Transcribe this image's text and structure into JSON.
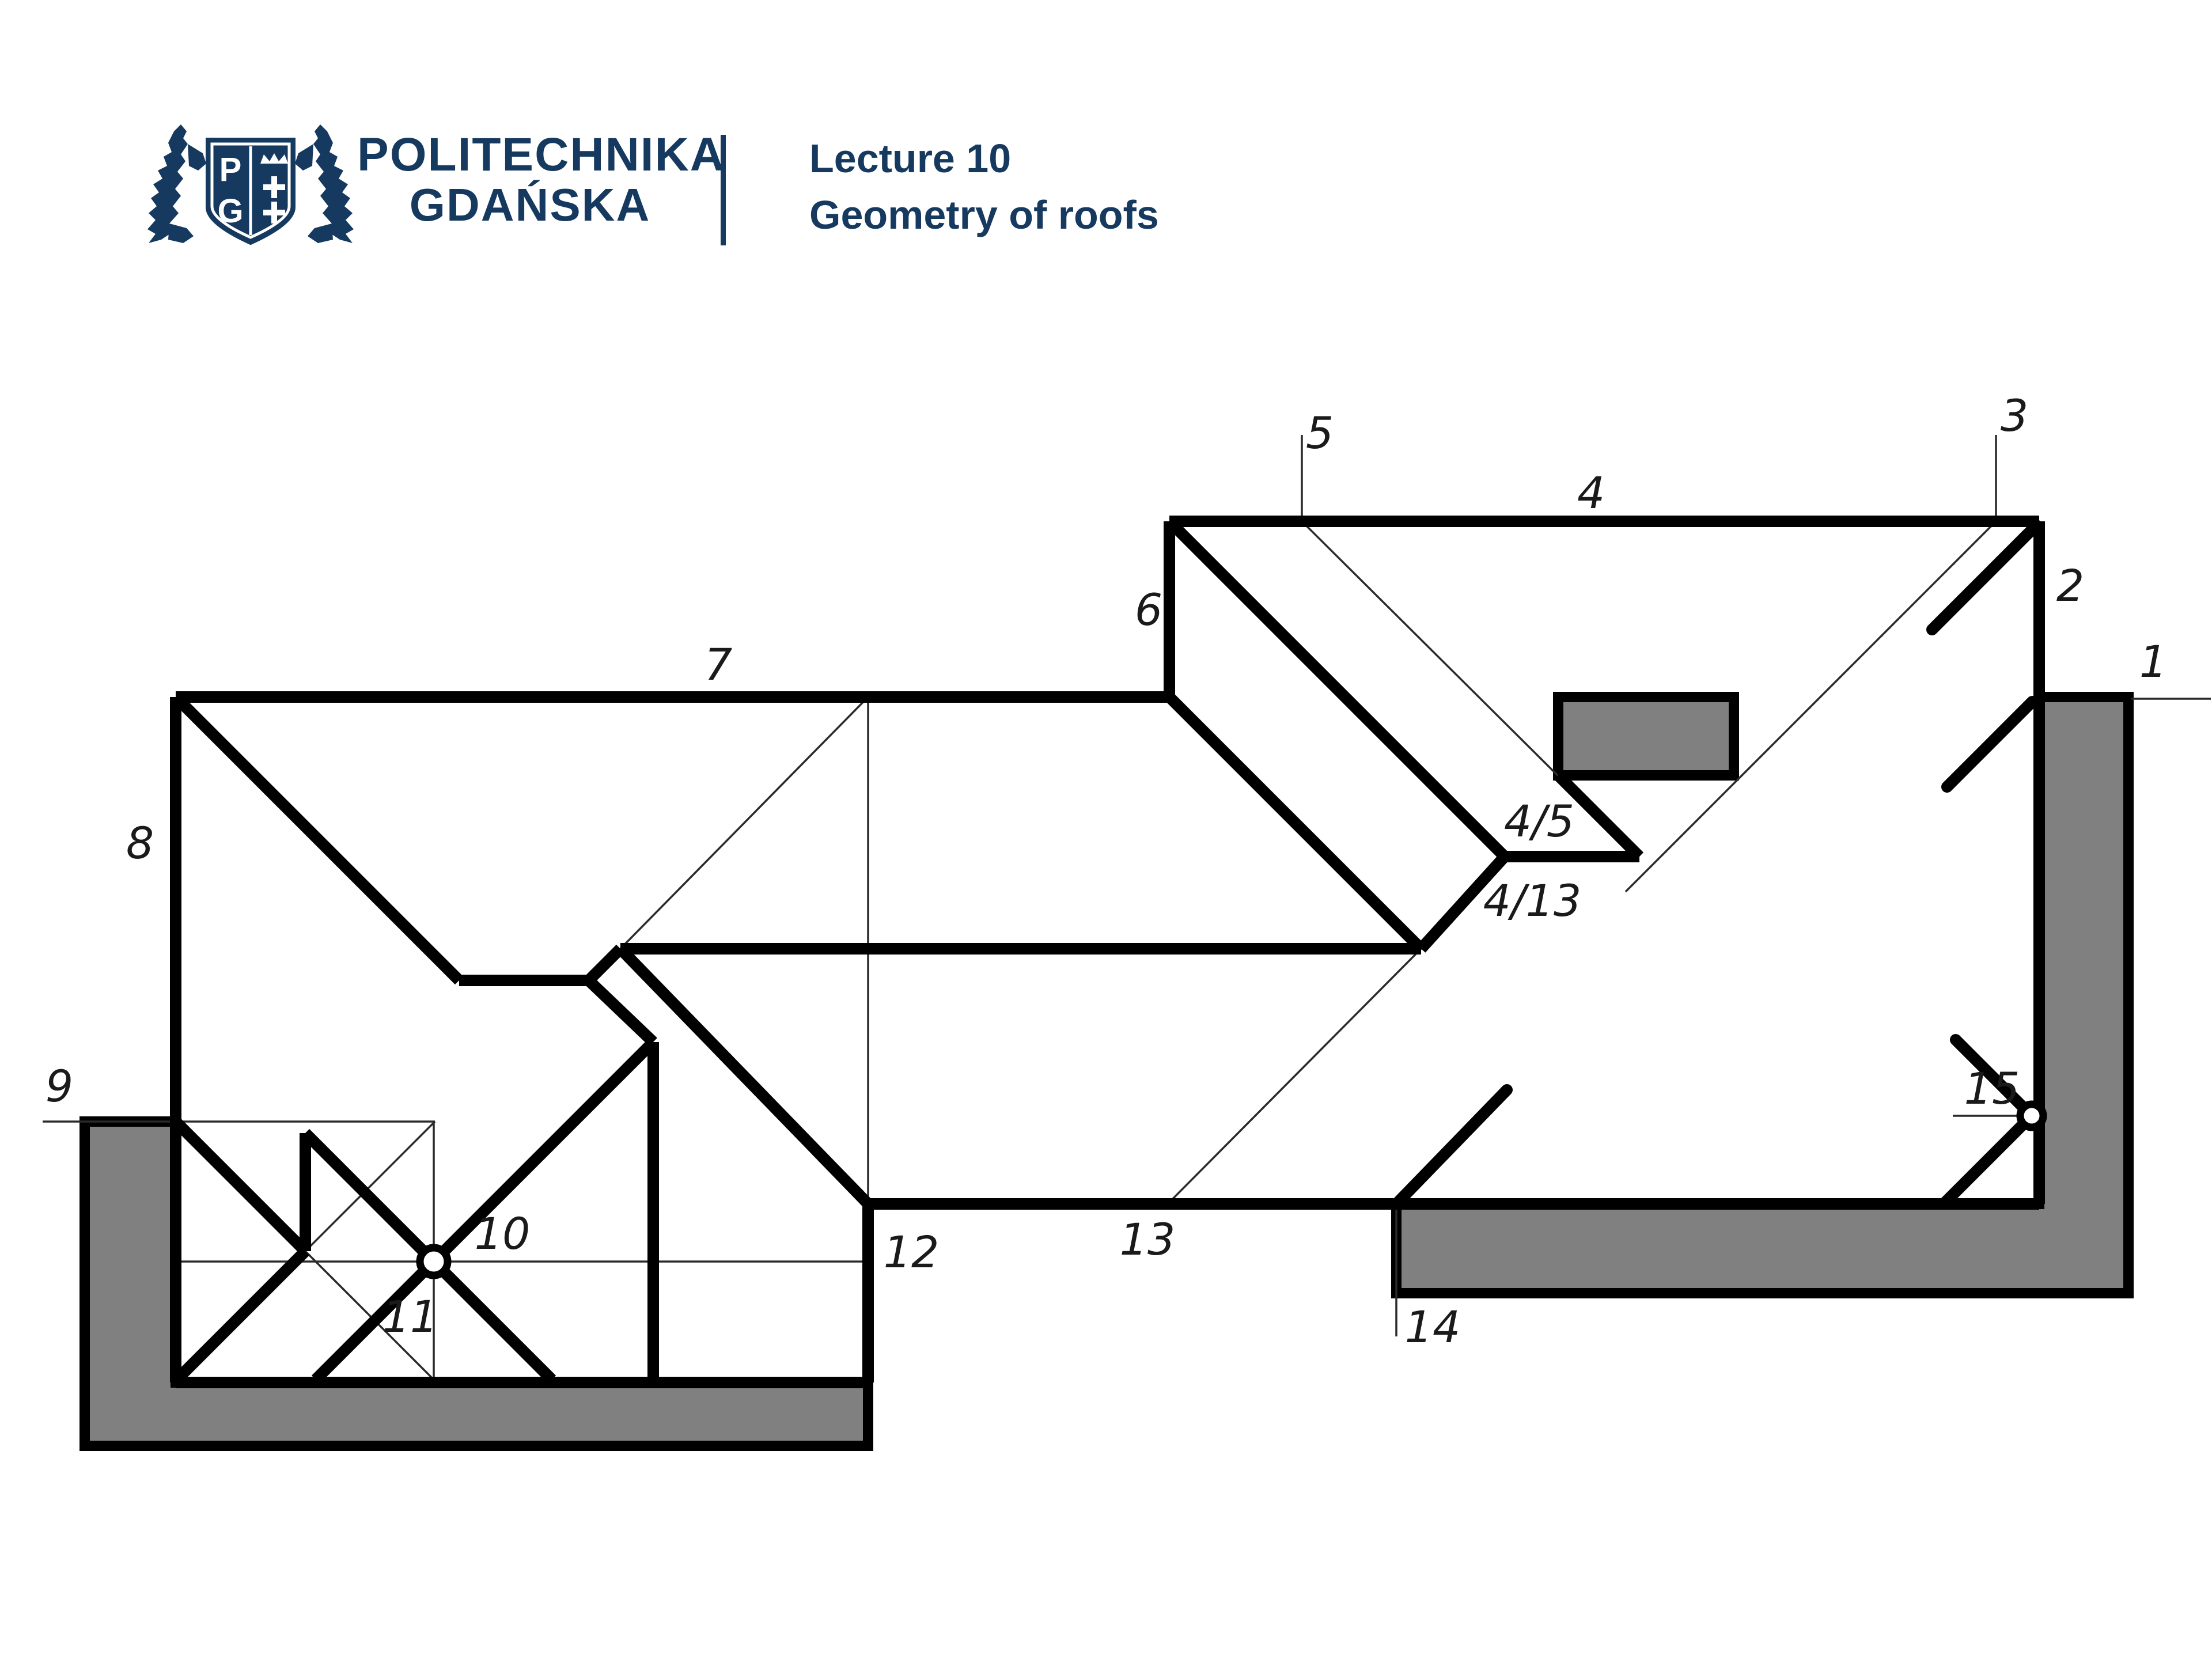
{
  "header": {
    "university_line1": "POLITECHNIKA",
    "university_line2": "GDAŃSKA",
    "crest_letter_p": "P",
    "crest_letter_g": "G",
    "lecture_title": "Lecture 10",
    "lecture_subtitle": "Geometry of roofs",
    "brand_color": "#16395f"
  },
  "diagram": {
    "colors": {
      "line": "#000000",
      "terrace_fill": "#808080",
      "background": "#ffffff"
    },
    "labels": {
      "n1": "1",
      "n2": "2",
      "n3": "3",
      "n4": "4",
      "n5": "5",
      "n6": "6",
      "n7": "7",
      "n8": "8",
      "n9": "9",
      "n10": "10",
      "n11": "11",
      "n12": "12",
      "n13": "13",
      "n14": "14",
      "n15": "15",
      "v45": "4/5",
      "v413": "4/13"
    }
  }
}
